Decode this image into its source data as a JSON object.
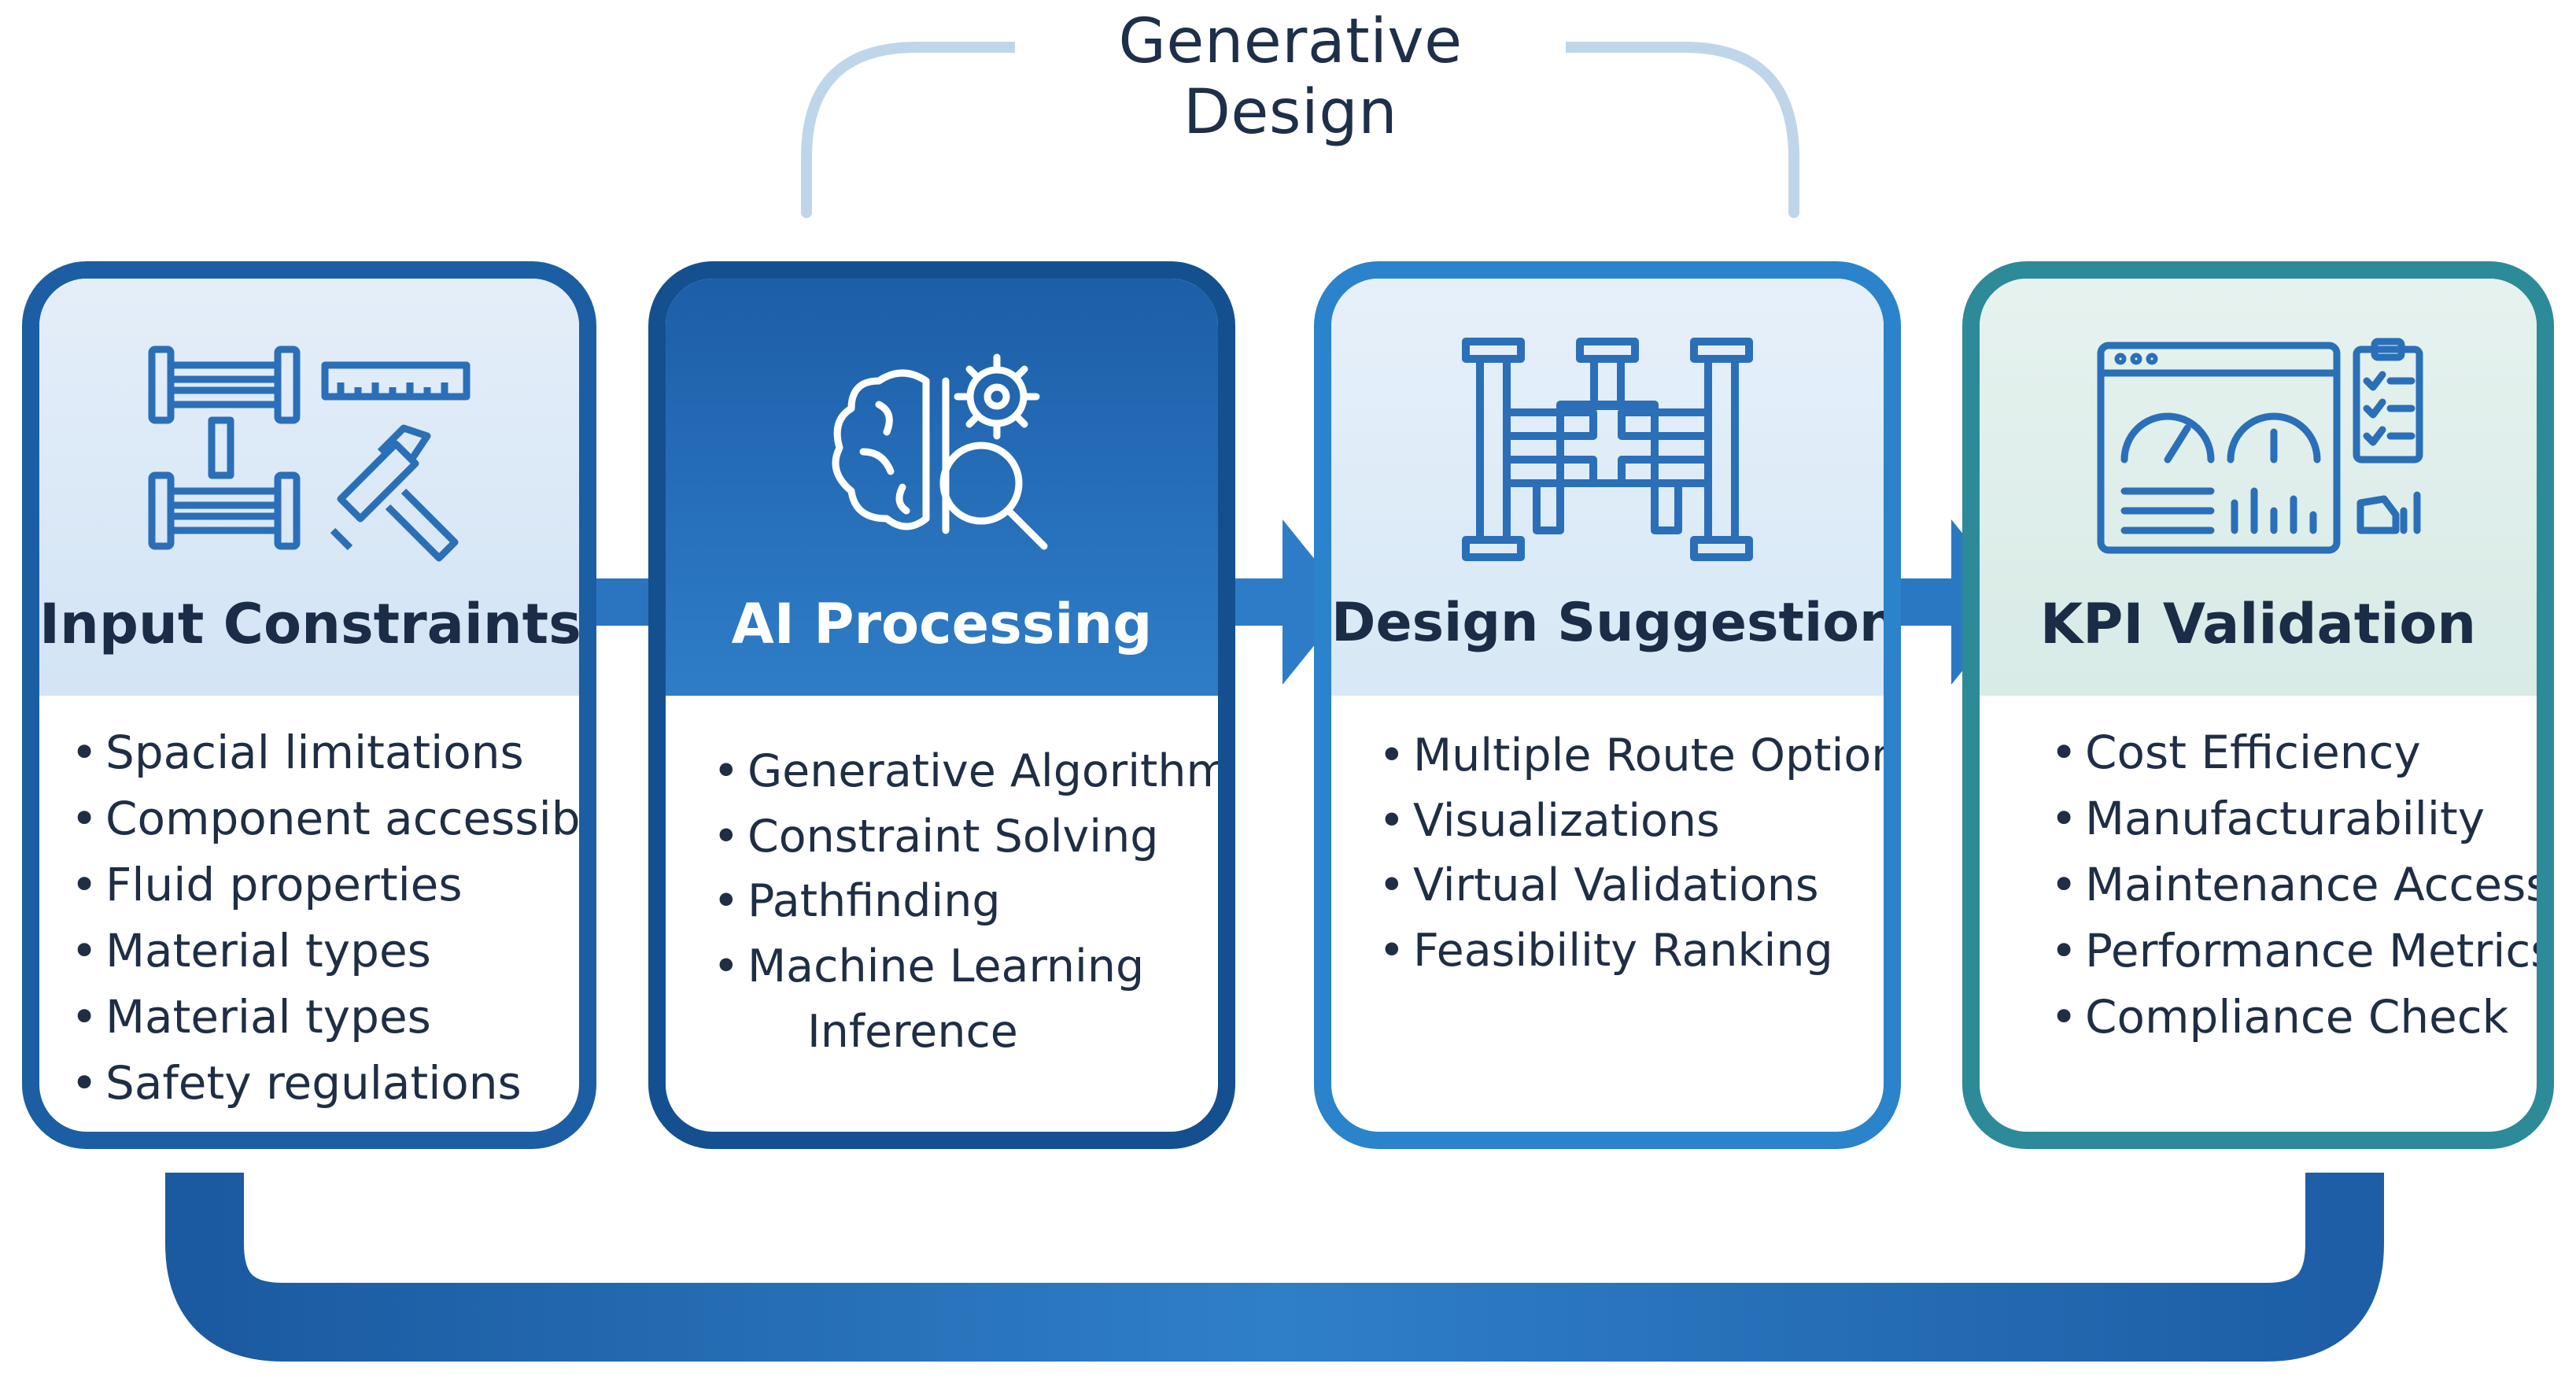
{
  "diagram": {
    "title": "Generative Design",
    "cards": [
      {
        "title": "Input Constraints",
        "icon": "frame-ruler-tools-icon",
        "items": [
          "Spacial limitations",
          "Component accessibility",
          "Fluid properties",
          "Material types",
          "Material types",
          "Safety regulations"
        ]
      },
      {
        "title": "AI Processing",
        "icon": "brain-gear-search-icon",
        "items": [
          "Generative Algorithms",
          "Constraint Solving",
          "Pathfinding",
          "Machine Learning",
          "Inference"
        ]
      },
      {
        "title": "Design Suggestions",
        "icon": "pipe-route-icon",
        "items": [
          "Multiple Route Options",
          "Visualizations",
          "Virtual Validations",
          "Feasibility Ranking"
        ]
      },
      {
        "title": "KPI Validation",
        "icon": "dashboard-checklist-icon",
        "items": [
          "Cost Efficiency",
          "Manufacturability",
          "Maintenance Access",
          "Performance Metrics",
          "Compliance Check"
        ]
      }
    ],
    "colors": {
      "dark_blue": "#14508f",
      "mid_blue": "#2a83cb",
      "teal": "#2d8a98",
      "text_dark": "#1b2c47"
    }
  }
}
